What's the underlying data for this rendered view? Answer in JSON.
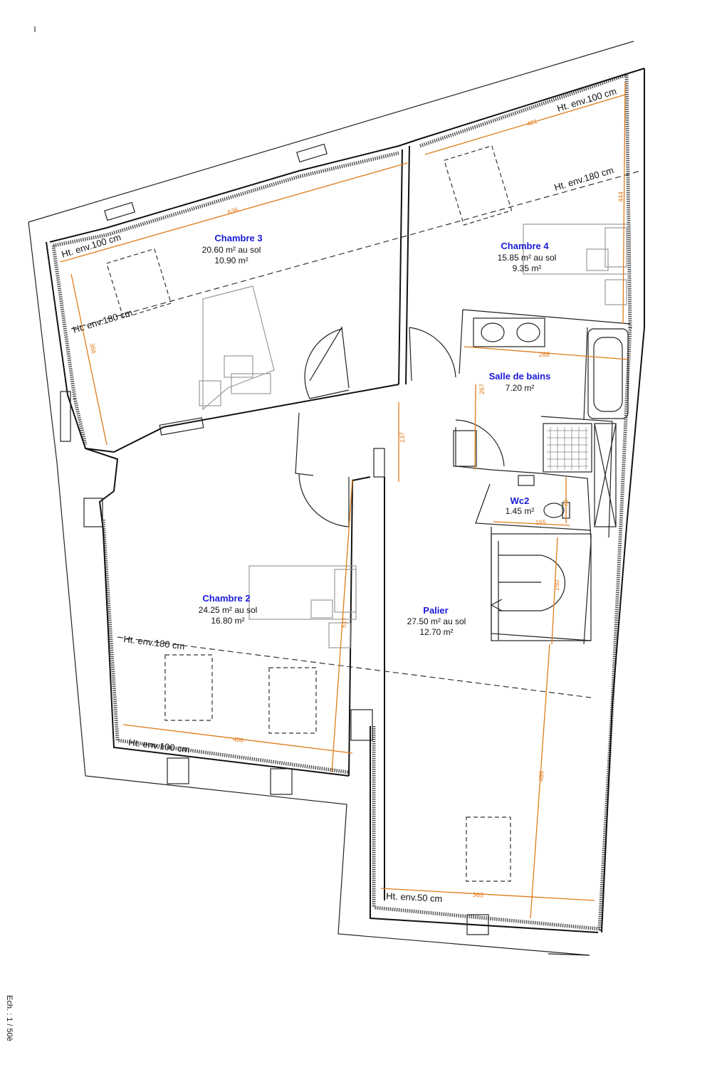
{
  "rooms": {
    "chambre3": {
      "name": "Chambre 3",
      "area_floor": "20.60 m² au sol",
      "area_legal": "10.90 m²"
    },
    "chambre4": {
      "name": "Chambre 4",
      "area_floor": "15.85 m² au sol",
      "area_legal": "9.35 m²"
    },
    "salle_de_bains": {
      "name": "Salle de bains",
      "area": "7.20 m²"
    },
    "wc2": {
      "name": "Wc2",
      "area": "1.45 m²"
    },
    "chambre2": {
      "name": "Chambre 2",
      "area_floor": "24.25 m² au sol",
      "area_legal": "16.80 m²"
    },
    "palier": {
      "name": "Palier",
      "area_floor": "27.50 m² au sol",
      "area_legal": "12.70 m²"
    }
  },
  "heights": {
    "c3_top": "Ht. env.100 cm",
    "c3_mid": "Ht. env.180 cm",
    "c4_top": "Ht. env.100 cm",
    "c4_mid": "Ht. env.180 cm",
    "c2_mid": "Ht. env.180 cm",
    "c2_bottom": "Ht. env.100 cm",
    "palier_bottom": "Ht. env.50 cm"
  },
  "dimensions": {
    "c3_width": "636",
    "c3_height": "366",
    "c4_width": "401",
    "c4_height": "444",
    "sdb_width": "288",
    "sdb_height": "267",
    "corridor": "137",
    "wc_width": "165",
    "wc_height": "79",
    "c2_height": "517",
    "c2_width": "400",
    "palier_stair": "150",
    "palier_length": "486",
    "palier_width": "365"
  },
  "scale": "Ech. : 1 / 50è",
  "colors": {
    "room_name": "#1a1ad8",
    "dimension": "#e07b1a"
  }
}
